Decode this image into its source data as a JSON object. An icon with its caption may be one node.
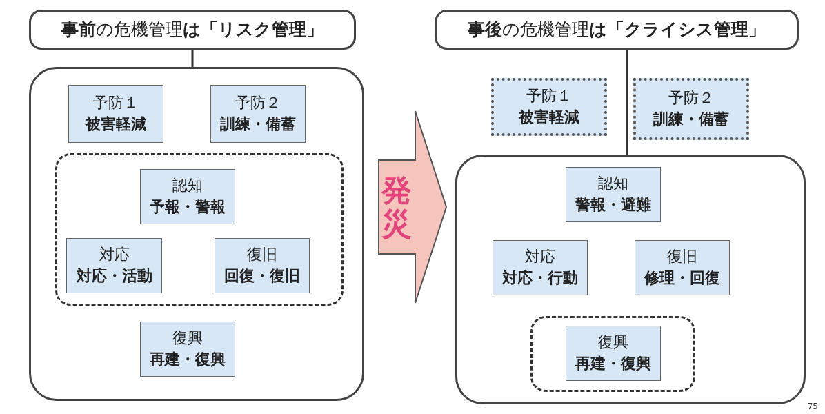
{
  "diagram": {
    "nodes": [
      {
        "text": [
          "**事前**の危機管理**は「リスク管理」**"
        ]
      },
      {
        "text": [],
        "shape": "box"
      },
      {
        "text": [
          "予防１",
          "被害軽減"
        ],
        "in": 1
      },
      {
        "text": [
          "予防２",
          "訓練・備蓄"
        ],
        "in": 1
      },
      {
        "text": [],
        "shape": "box",
        "in": 1
      },
      {
        "text": [
          "認知",
          "予報・警報"
        ],
        "in": 4
      },
      {
        "text": [
          "対応",
          "対応・活動"
        ],
        "in": 4
      },
      {
        "text": [
          "復旧",
          "回復・復旧"
        ],
        "in": 4
      },
      {
        "text": [
          "復興",
          "再建・復興"
        ],
        "in": 1
      },
      {
        "text": [
          "発災"
        ]
      },
      {
        "text": [
          "**事後**の危機管理**は「クライシス管理」**"
        ]
      },
      {
        "text": [
          "予防１",
          "被害軽減"
        ]
      },
      {
        "text": [
          "予防２",
          "訓練・備蓄"
        ]
      },
      {
        "text": [],
        "shape": "box"
      },
      {
        "text": [
          "認知",
          "警報・避難"
        ],
        "in": 13
      },
      {
        "text": [
          "対応",
          "対応・行動"
        ],
        "in": 13
      },
      {
        "text": [
          "復旧",
          "修理・回復"
        ],
        "in": 13
      },
      {
        "text": [],
        "shape": "box",
        "in": 13
      },
      {
        "text": [
          "復興",
          "再建・復興"
        ],
        "in": 17
      }
    ],
    "edges": [
      {
        "from": 0,
        "to": 1,
        "arrow": "none"
      },
      {
        "from": 10,
        "to": 13,
        "arrow": "none"
      }
    ],
    "labels": [
      "75"
    ]
  }
}
